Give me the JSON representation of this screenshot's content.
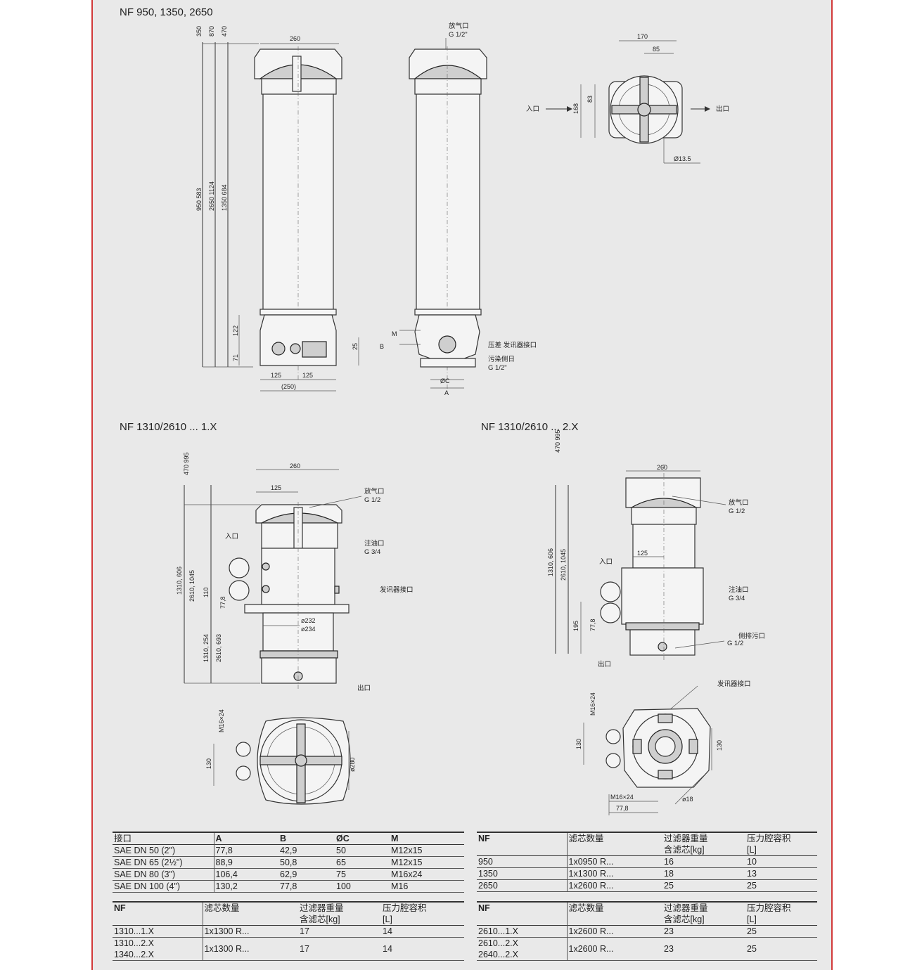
{
  "titles": {
    "top": "NF 950, 1350, 2650",
    "mid_left": "NF 1310/2610 ... 1.X",
    "mid_right": "NF 1310/2610 ... 2.X"
  },
  "labels": {
    "vent": "放气口",
    "vent_thread": "G 1/2\"",
    "vent_thread_b": "G 1/2",
    "inlet": "入口",
    "outlet": "出口",
    "pressure_port": "压差  发讯器接口",
    "drain": "污染侧日",
    "drain_thread": "G 1/2\"",
    "oil_fill": "注油口",
    "oil_thread": "G 3/4",
    "signal_port": "发讯器接口",
    "side_drain": "侧排污口",
    "side_drain_thread": "G 1/2",
    "oc": "ØC",
    "a": "A",
    "b": "B",
    "m": "M"
  },
  "dims": {
    "top_width": "260",
    "h350": "350",
    "h870": "870",
    "h470": "470",
    "rot_950": "950  583",
    "rot_2650": "2650  1124",
    "rot_1350": "1350  684",
    "h122": "122",
    "h71": "71",
    "h25": "25",
    "w125a": "125",
    "w125b": "125",
    "w250": "(250)",
    "plan_170": "170",
    "plan_85": "85",
    "plan_83": "83",
    "plan_168": "168",
    "plan_dia": "Ø13.5",
    "m_260": "260",
    "m_125": "125",
    "m_470_995": "470 995",
    "m_1310_606": "1310, 606",
    "m_2610_1045": "2610, 1045",
    "m_110": "110",
    "m_778": "77,8",
    "m_1310_254": "1310, 254",
    "m_2610_693": "2610, 693",
    "m_d232": "ø232",
    "m_d234": "ø234",
    "m_m16": "M16×24",
    "m_130": "130",
    "m_d280": "ø280",
    "r_260": "260",
    "r_125": "125",
    "r_195": "195",
    "r_778": "77,8",
    "r_m16": "M16×24",
    "r_130a": "130",
    "r_130b": "130",
    "r_d18": "ø18",
    "r_m16b": "M16×24",
    "r_778b": "77,8"
  },
  "tables": {
    "connections": {
      "headers": [
        "接口",
        "A",
        "B",
        "ØC",
        "M"
      ],
      "rows": [
        [
          "SAE DN 50 (2\")",
          "77,8",
          "42,9",
          "50",
          "M12x15"
        ],
        [
          "SAE DN 65 (2½\")",
          "88,9",
          "50,8",
          "65",
          "M12x15"
        ],
        [
          "SAE DN 80 (3\")",
          "106,4",
          "62,9",
          "75",
          "M16x24"
        ],
        [
          "SAE DN 100 (4\")",
          "130,2",
          "77,8",
          "100",
          "M16"
        ]
      ]
    },
    "nf_top": {
      "headers": [
        "NF",
        "滤芯数量",
        "过滤器重量\n含滤芯[kg]",
        "压力腔容积\n[L]"
      ],
      "rows": [
        [
          "950",
          "1x0950 R...",
          "16",
          "10"
        ],
        [
          "1350",
          "1x1300 R...",
          "18",
          "13"
        ],
        [
          "2650",
          "1x2600 R...",
          "25",
          "25"
        ]
      ]
    },
    "nf_1310": {
      "headers": [
        "NF",
        "滤芯数量",
        "过滤器重量\n含滤芯[kg]",
        "压力腔容积\n[L]"
      ],
      "rows": [
        [
          "1310...1.X",
          "1x1300 R...",
          "17",
          "14"
        ],
        [
          "1310...2.X\n1340...2.X",
          "1x1300 R...",
          "17",
          "14"
        ]
      ]
    },
    "nf_2610": {
      "headers": [
        "NF",
        "滤芯数量",
        "过滤器重量\n含滤芯[kg]",
        "压力腔容积\n[L]"
      ],
      "rows": [
        [
          "2610...1.X",
          "1x2600 R...",
          "23",
          "25"
        ],
        [
          "2610...2.X\n2640...2.X",
          "1x2600 R...",
          "23",
          "25"
        ]
      ]
    }
  }
}
